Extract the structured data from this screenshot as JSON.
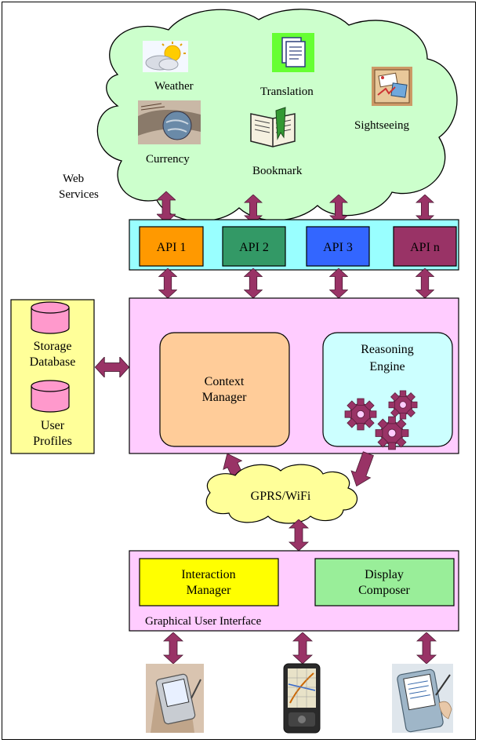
{
  "web_services": {
    "label_line1": "Web",
    "label_line2": "Services",
    "items": [
      {
        "label": "Weather",
        "icon": "weather-icon"
      },
      {
        "label": "Translation",
        "icon": "document-icon"
      },
      {
        "label": "Sightseeing",
        "icon": "sightseeing-icon"
      },
      {
        "label": "Currency",
        "icon": "currency-icon"
      },
      {
        "label": "Bookmark",
        "icon": "book-icon"
      }
    ]
  },
  "apis": [
    {
      "label": "API 1",
      "color": "#ff9900"
    },
    {
      "label": "API 2",
      "color": "#339966"
    },
    {
      "label": "API 3",
      "color": "#3366ff"
    },
    {
      "label": "API n",
      "color": "#993366"
    }
  ],
  "storage": {
    "database_line1": "Storage",
    "database_line2": "Database",
    "profiles_line1": "User",
    "profiles_line2": "Profiles"
  },
  "core": {
    "context_manager_line1": "Context",
    "context_manager_line2": "Manager",
    "reasoning_engine_line1": "Reasoning",
    "reasoning_engine_line2": "Engine"
  },
  "network": {
    "label": "GPRS/WiFi"
  },
  "gui": {
    "interaction_manager_line1": "Interaction",
    "interaction_manager_line2": "Manager",
    "display_composer_line1": "Display",
    "display_composer_line2": "Composer",
    "label": "Graphical User Interface"
  },
  "devices": [
    "pda-device-icon",
    "smartphone-device-icon",
    "pocketpc-device-icon"
  ],
  "colors": {
    "cloud_fill": "#ccffcc",
    "api_bar_fill": "#99ffff",
    "pink_fill": "#ffccff",
    "storage_fill": "#ffff99",
    "context_fill": "#ffcc99",
    "reasoning_fill": "#ccffff",
    "network_cloud_fill": "#ffff99",
    "interaction_fill": "#ffff00",
    "display_fill": "#99ee99",
    "arrow_fill": "#993366",
    "gear_fill": "#993366"
  }
}
